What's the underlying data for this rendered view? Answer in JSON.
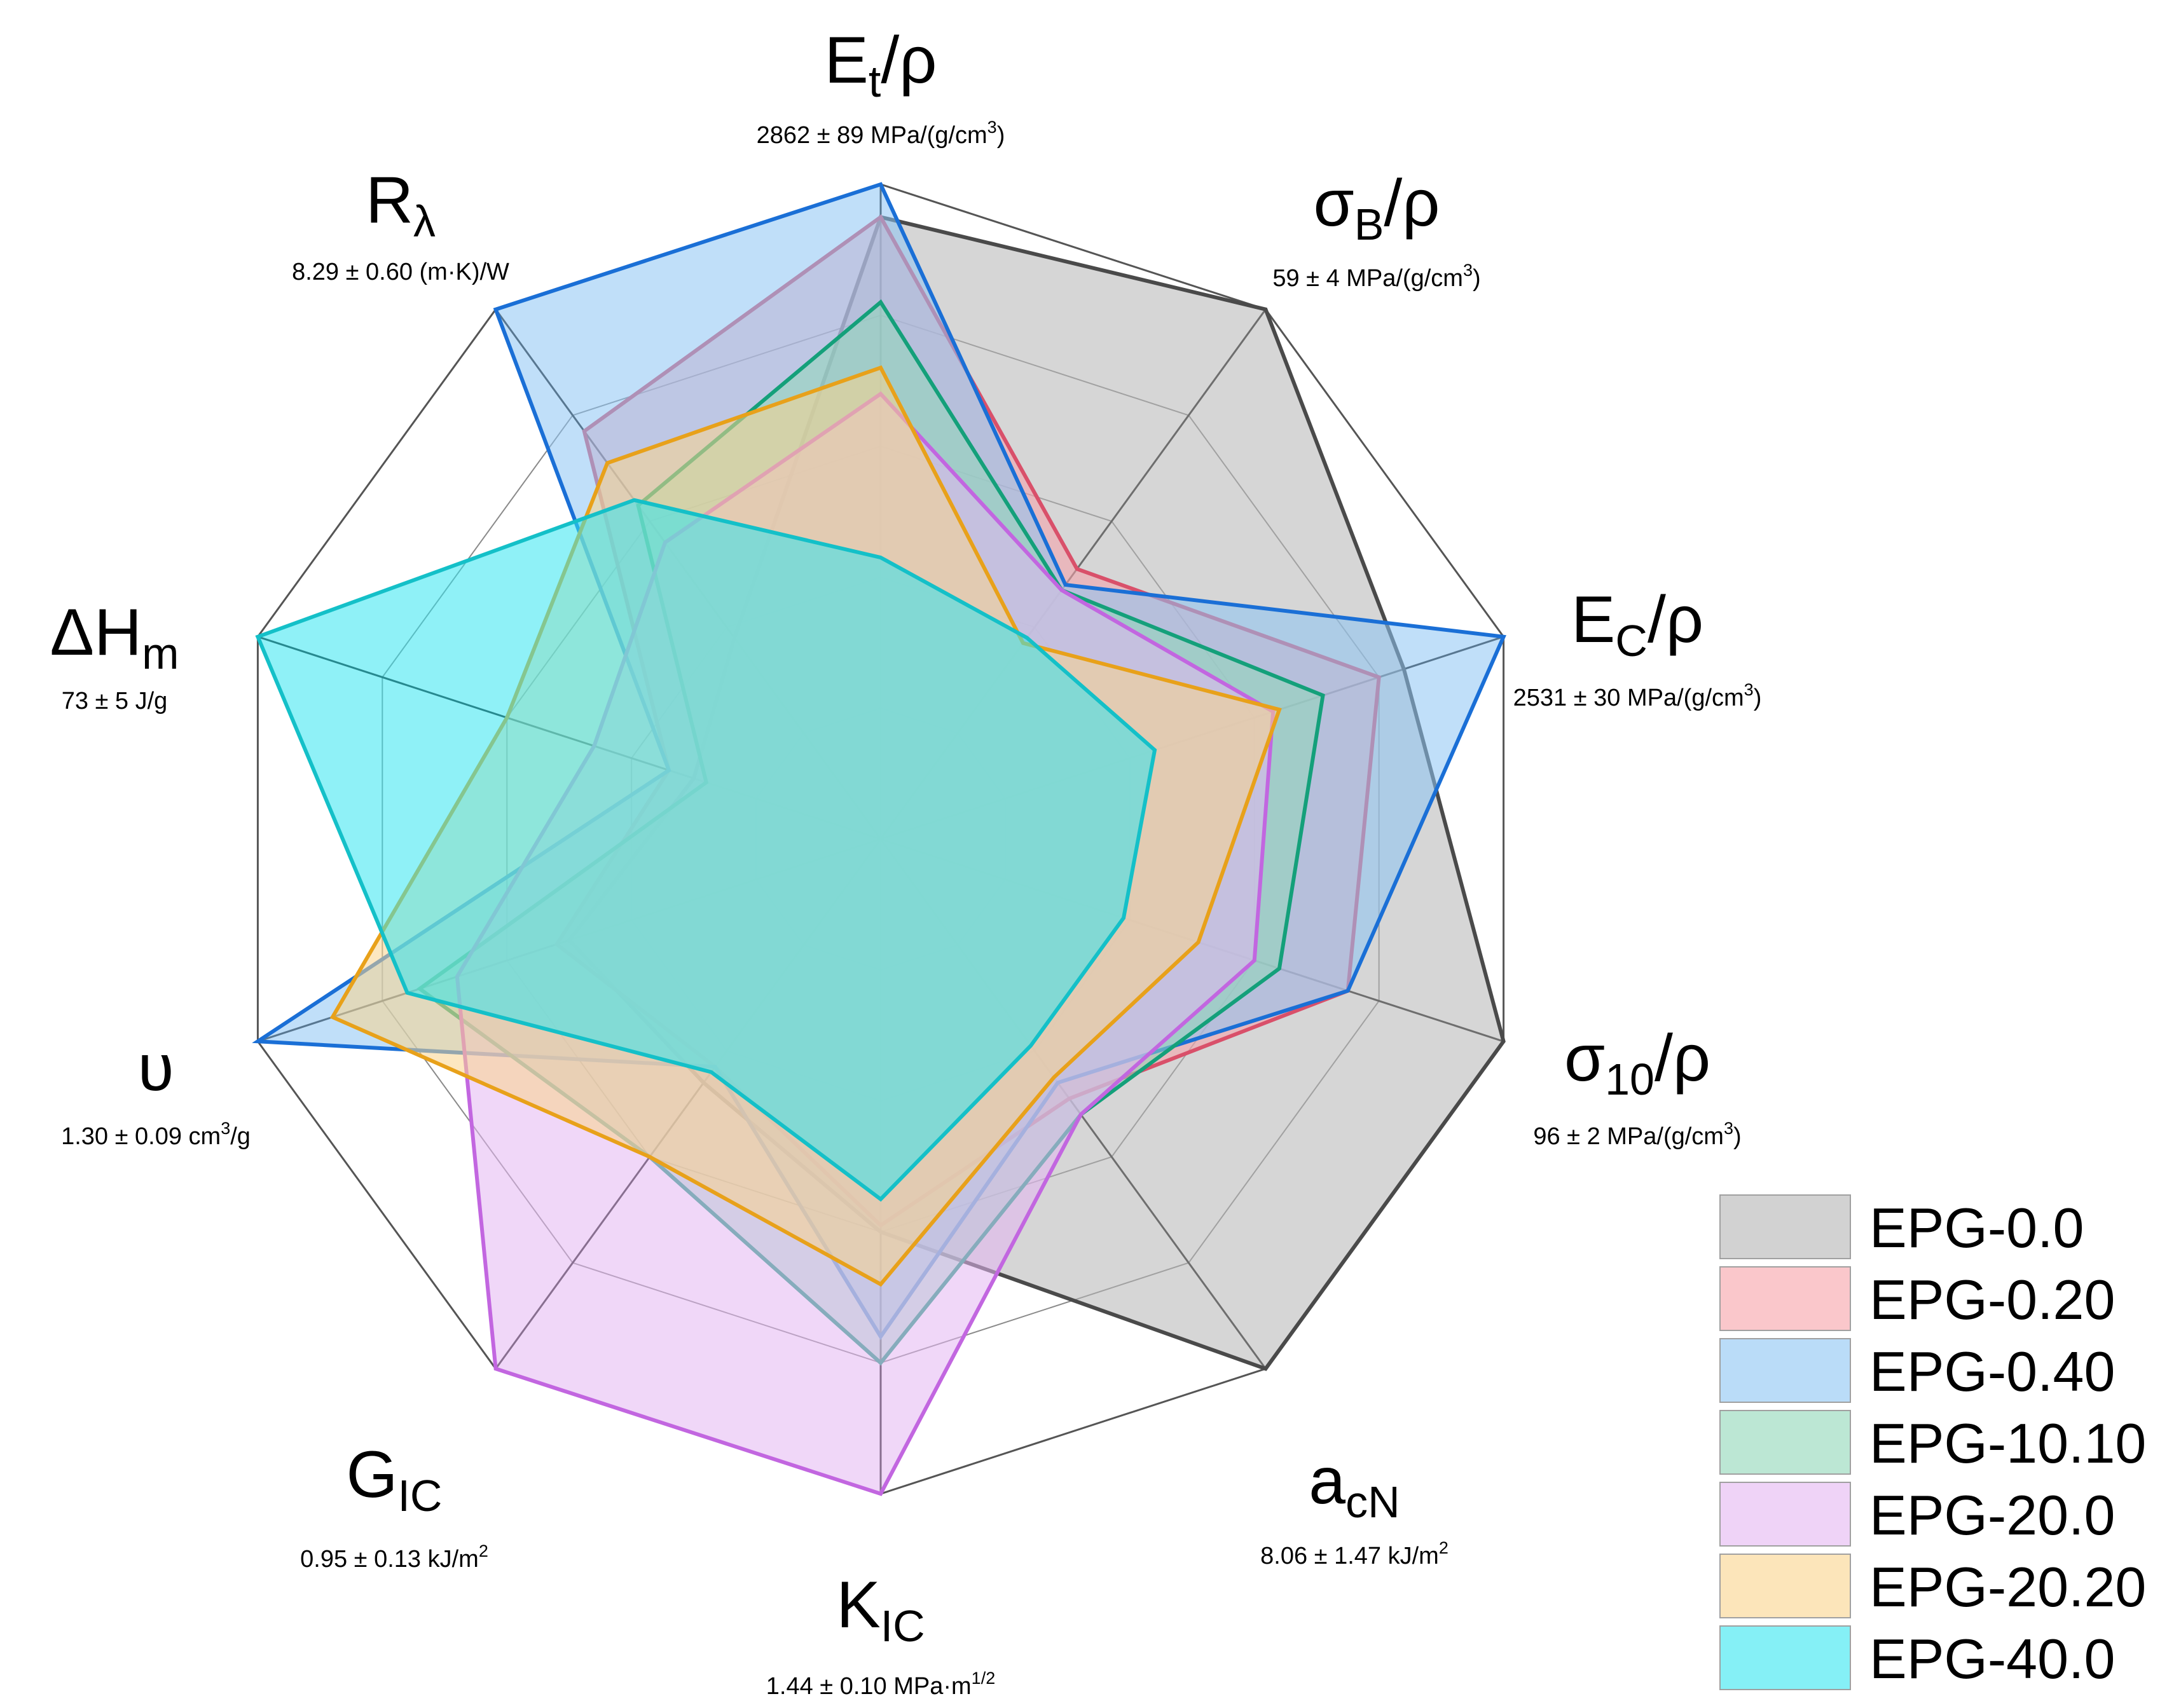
{
  "chart_data": {
    "type": "radar",
    "grid": true,
    "legend_position": "bottom-right",
    "rmax": 1.0,
    "axes": [
      {
        "id": "Et",
        "name": "E",
        "sub": "t",
        "suffix": "/ρ",
        "value": "2862 ± 89 MPa/(g/cm",
        "value_sup": "3",
        "value_end": ")"
      },
      {
        "id": "sB",
        "name": "σ",
        "sub": "B",
        "suffix": "/ρ",
        "value": "59 ± 4 MPa/(g/cm",
        "value_sup": "3",
        "value_end": ")"
      },
      {
        "id": "Ec",
        "name": "E",
        "sub": "C",
        "suffix": "/ρ",
        "value": "2531 ± 30 MPa/(g/cm",
        "value_sup": "3",
        "value_end": ")"
      },
      {
        "id": "s10",
        "name": "σ",
        "sub": "10",
        "suffix": "/ρ",
        "value": "96 ± 2 MPa/(g/cm",
        "value_sup": "3",
        "value_end": ")"
      },
      {
        "id": "acN",
        "name": "a",
        "sub": "cN",
        "suffix": "",
        "value": "8.06 ± 1.47 kJ/m",
        "value_sup": "2",
        "value_end": ""
      },
      {
        "id": "KIC",
        "name": "K",
        "sub": "IC",
        "suffix": "",
        "value": "1.44 ± 0.10 MPa·m",
        "value_sup": "1/2",
        "value_end": ""
      },
      {
        "id": "GIC",
        "name": "G",
        "sub": "IC",
        "suffix": "",
        "value": "0.95 ± 0.13 kJ/m",
        "value_sup": "2",
        "value_end": ""
      },
      {
        "id": "nu",
        "name": "υ",
        "sub": "",
        "suffix": "",
        "value": "1.30 ± 0.09 cm",
        "value_sup": "3",
        "value_end": "/g"
      },
      {
        "id": "dHm",
        "name": "ΔH",
        "sub": "m",
        "suffix": "",
        "value": "73 ± 5 J/g",
        "value_sup": "",
        "value_end": ""
      },
      {
        "id": "Rl",
        "name": "R",
        "sub": "λ",
        "suffix": "",
        "value": "8.29 ± 0.60 (m·K)/W",
        "value_sup": "",
        "value_end": ""
      }
    ],
    "series": [
      {
        "name": "EPG-0.0",
        "fill": "#b4b4b4",
        "stroke": "#4a4a4a",
        "values": [
          0.95,
          1.0,
          0.84,
          1.0,
          1.0,
          0.6,
          0.46,
          0.5,
          0.3,
          0.38
        ]
      },
      {
        "name": "EPG-0.20",
        "fill": "#f7a1a9",
        "stroke": "#d9506a",
        "values": [
          0.95,
          0.51,
          0.8,
          0.75,
          0.49,
          0.59,
          0.43,
          0.52,
          0.34,
          0.77
        ]
      },
      {
        "name": "EPG-0.40",
        "fill": "#8cc4f4",
        "stroke": "#1a6fd6",
        "values": [
          1.0,
          0.48,
          1.0,
          0.75,
          0.46,
          0.76,
          0.43,
          1.0,
          0.34,
          1.0
        ]
      },
      {
        "name": "EPG-10.10",
        "fill": "#8fd7b8",
        "stroke": "#14a07a",
        "values": [
          0.82,
          0.47,
          0.71,
          0.64,
          0.52,
          0.8,
          0.6,
          0.74,
          0.28,
          0.63
        ]
      },
      {
        "name": "EPG-20.0",
        "fill": "#e4b6f2",
        "stroke": "#c266e0",
        "values": [
          0.68,
          0.47,
          0.63,
          0.6,
          0.52,
          1.0,
          1.0,
          0.68,
          0.46,
          0.56
        ]
      },
      {
        "name": "EPG-20.20",
        "fill": "#fad48c",
        "stroke": "#e8a11a",
        "values": [
          0.72,
          0.37,
          0.64,
          0.51,
          0.45,
          0.68,
          0.6,
          0.88,
          0.6,
          0.71
        ]
      },
      {
        "name": "EPG-40.0",
        "fill": "#33e6f0",
        "stroke": "#14c0c8",
        "values": [
          0.43,
          0.38,
          0.44,
          0.39,
          0.39,
          0.55,
          0.44,
          0.76,
          1.0,
          0.64
        ]
      }
    ]
  }
}
